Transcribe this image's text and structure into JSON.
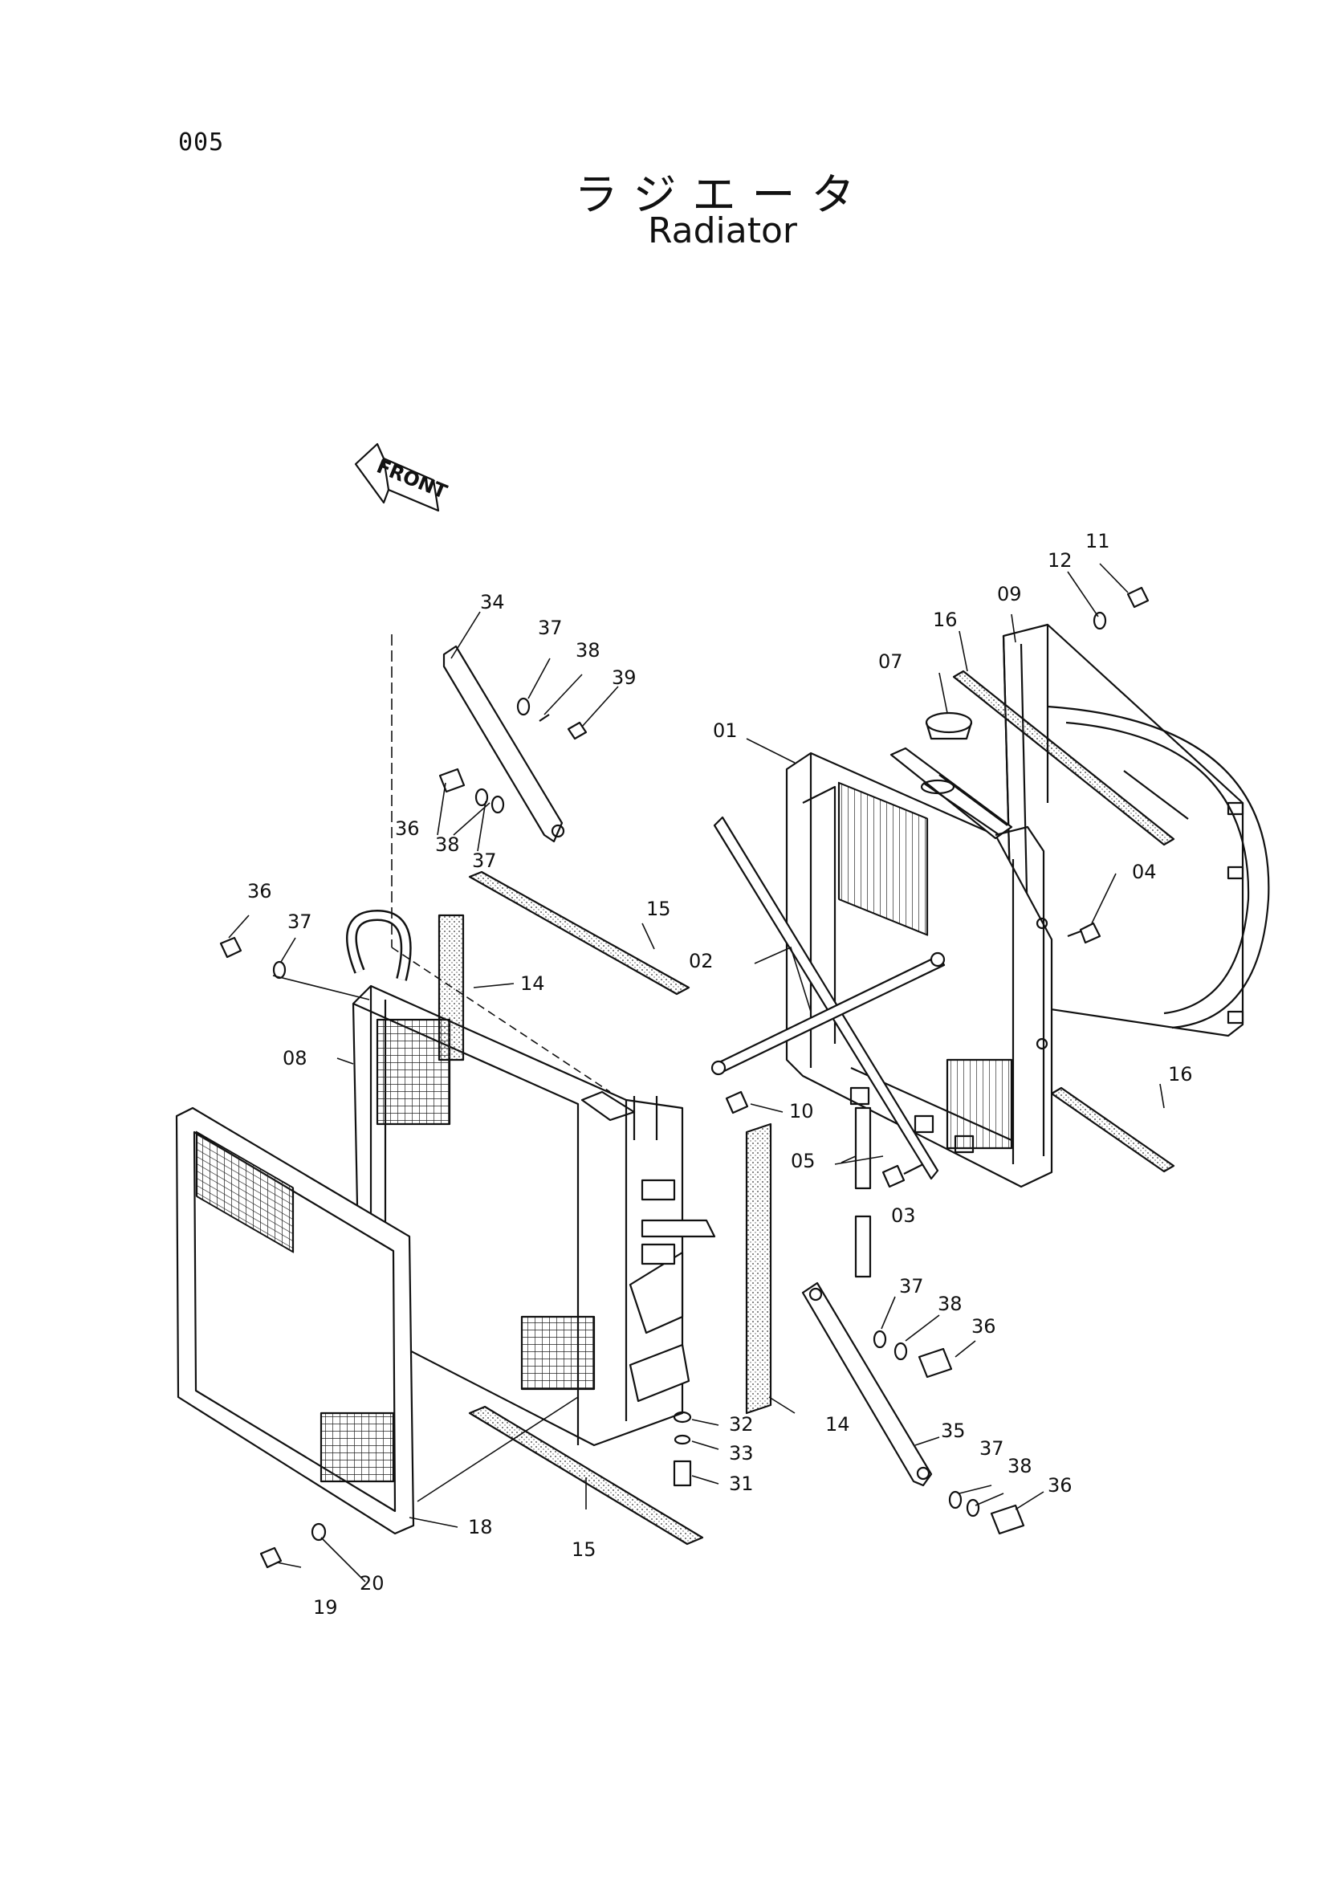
{
  "page_number": "005",
  "title_jp": "ラジエータ",
  "title_en": "Radiator",
  "front_label": "FRONT",
  "callouts": [
    {
      "id": "c01",
      "text": "01"
    },
    {
      "id": "c02",
      "text": "02"
    },
    {
      "id": "c03",
      "text": "03"
    },
    {
      "id": "c04",
      "text": "04"
    },
    {
      "id": "c05",
      "text": "05"
    },
    {
      "id": "c07",
      "text": "07"
    },
    {
      "id": "c08",
      "text": "08"
    },
    {
      "id": "c09",
      "text": "09"
    },
    {
      "id": "c10",
      "text": "10"
    },
    {
      "id": "c11",
      "text": "11"
    },
    {
      "id": "c12",
      "text": "12"
    },
    {
      "id": "c14a",
      "text": "14"
    },
    {
      "id": "c14b",
      "text": "14"
    },
    {
      "id": "c15a",
      "text": "15"
    },
    {
      "id": "c15b",
      "text": "15"
    },
    {
      "id": "c16a",
      "text": "16"
    },
    {
      "id": "c16b",
      "text": "16"
    },
    {
      "id": "c18",
      "text": "18"
    },
    {
      "id": "c19",
      "text": "19"
    },
    {
      "id": "c20",
      "text": "20"
    },
    {
      "id": "c31",
      "text": "31"
    },
    {
      "id": "c32",
      "text": "32"
    },
    {
      "id": "c33",
      "text": "33"
    },
    {
      "id": "c34",
      "text": "34"
    },
    {
      "id": "c35",
      "text": "35"
    },
    {
      "id": "c36a",
      "text": "36"
    },
    {
      "id": "c36b",
      "text": "36"
    },
    {
      "id": "c36c",
      "text": "36"
    },
    {
      "id": "c36d",
      "text": "36"
    },
    {
      "id": "c37a",
      "text": "37"
    },
    {
      "id": "c37b",
      "text": "37"
    },
    {
      "id": "c37c",
      "text": "37"
    },
    {
      "id": "c37d",
      "text": "37"
    },
    {
      "id": "c37e",
      "text": "37"
    },
    {
      "id": "c38a",
      "text": "38"
    },
    {
      "id": "c38b",
      "text": "38"
    },
    {
      "id": "c38c",
      "text": "38"
    },
    {
      "id": "c38d",
      "text": "38"
    },
    {
      "id": "c39",
      "text": "39"
    }
  ]
}
